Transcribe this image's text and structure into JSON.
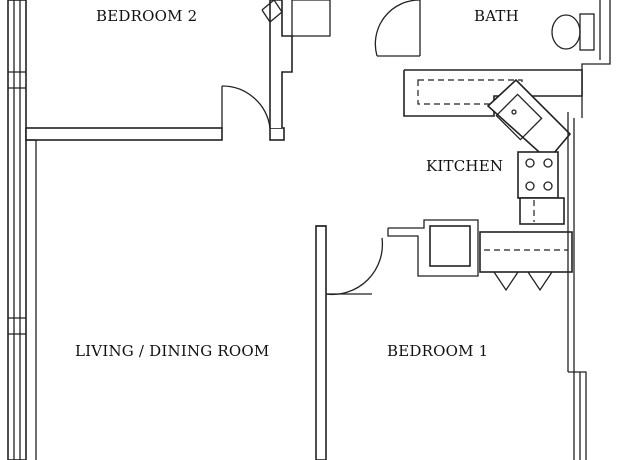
{
  "floor_plan": {
    "rooms": {
      "bedroom2": "BEDROOM 2",
      "bath": "BATH",
      "kitchen": "KITCHEN",
      "living": "LIVING / DINING ROOM",
      "bedroom1": "BEDROOM 1"
    }
  }
}
